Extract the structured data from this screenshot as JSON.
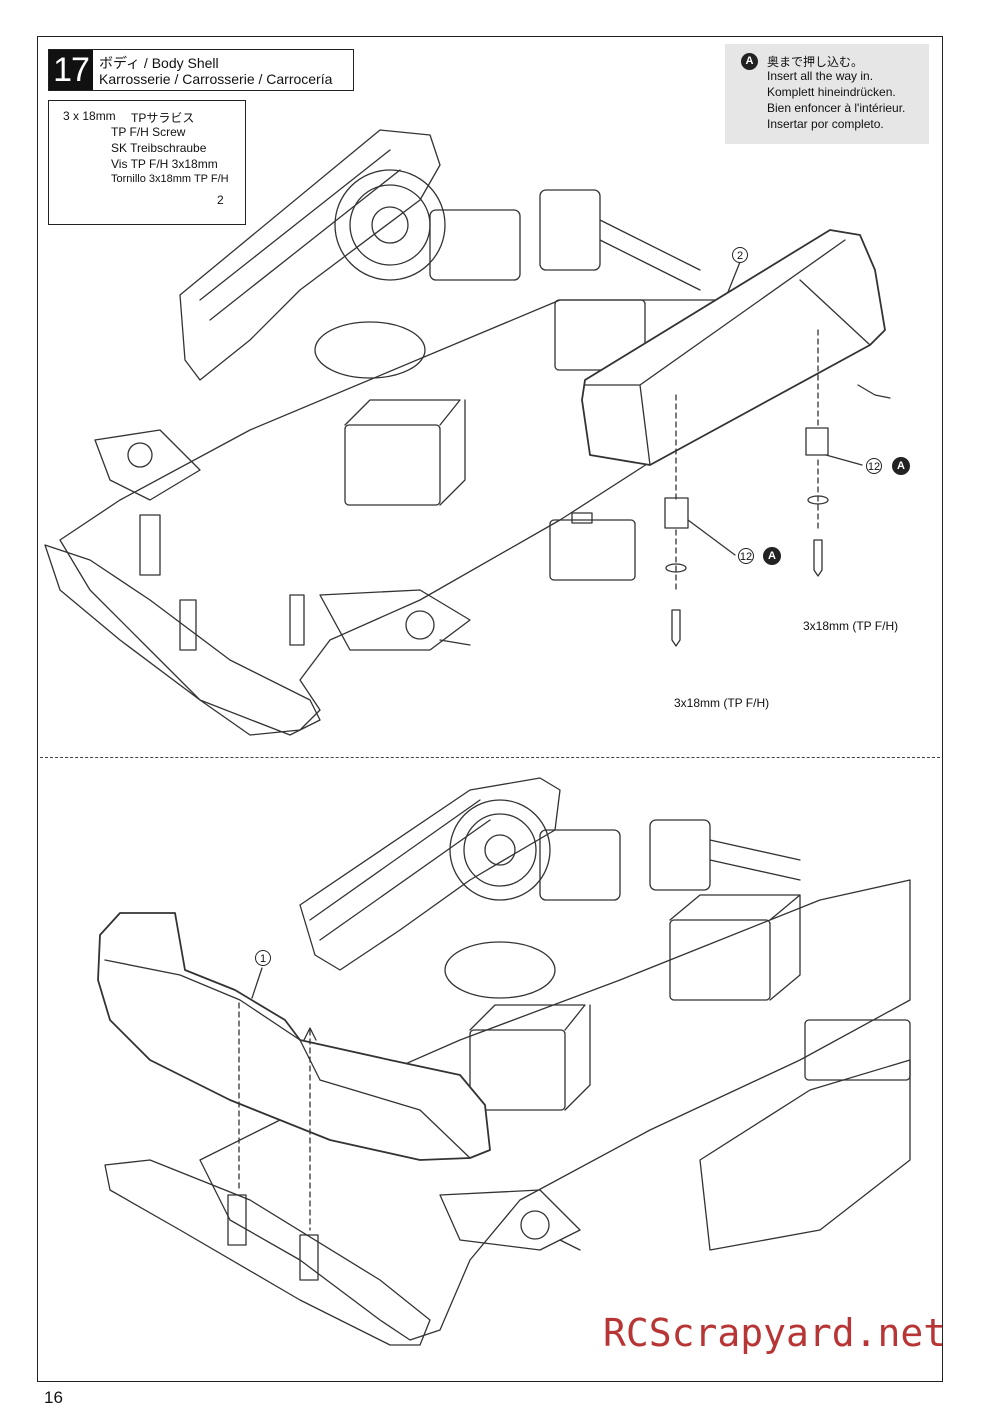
{
  "step": {
    "number": "17",
    "title_line1": "ボディ / Body Shell",
    "title_line2": "Karrosserie / Carrosserie / Carrocería"
  },
  "screw": {
    "size": "3 x 18mm",
    "jp_name": "TPサラビス",
    "en_name": "TP F/H Screw",
    "de_name": "SK Treibschraube",
    "fr_name": "Vis TP F/H 3x18mm",
    "es_name": "Tornillo 3x18mm TP F/H",
    "quantity": "2"
  },
  "note": {
    "badge": "A",
    "lines": [
      "奥まで押し込む。",
      "Insert all the way in.",
      "Komplett hineindrücken.",
      "Bien enfoncer à l'intérieur.",
      "Insertar por completo."
    ]
  },
  "callouts": {
    "part_2": "2",
    "part_1": "1",
    "part_12": "12",
    "badge_a": "A"
  },
  "labels": {
    "screw_right": "3x18mm (TP F/H)",
    "screw_left": "3x18mm (TP F/H)"
  },
  "page_number": "16",
  "watermark": "RCScrapyard.net"
}
